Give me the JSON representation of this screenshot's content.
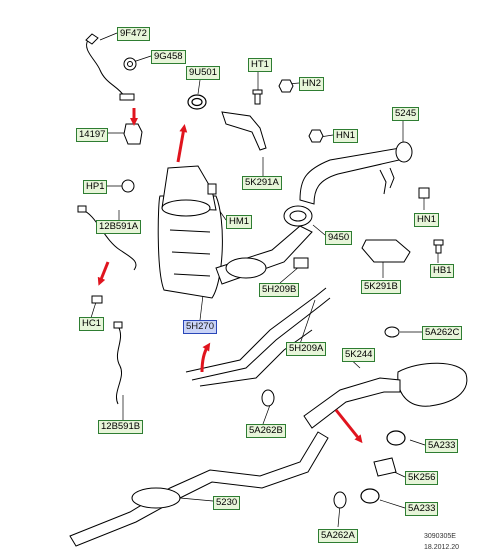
{
  "labels": {
    "l_9F472": "9F472",
    "l_9G458": "9G458",
    "l_9U501": "9U501",
    "l_HT1": "HT1",
    "l_HN2": "HN2",
    "l_14197": "14197",
    "l_HN1a": "HN1",
    "l_5245": "5245",
    "l_HP1": "HP1",
    "l_5K291A": "5K291A",
    "l_HM1": "HM1",
    "l_12B591A": "12B591A",
    "l_HN1b": "HN1",
    "l_9450": "9450",
    "l_HB1": "HB1",
    "l_5H209B": "5H209B",
    "l_5K291B": "5K291B",
    "l_HC1": "HC1",
    "l_5H270": "5H270",
    "l_5A262C": "5A262C",
    "l_5H209A": "5H209A",
    "l_5K244": "5K244",
    "l_12B591B": "12B591B",
    "l_5A262B": "5A262B",
    "l_5A233a": "5A233",
    "l_5K256": "5K256",
    "l_5230": "5230",
    "l_5A233b": "5A233",
    "l_5A262A": "5A262A"
  },
  "reference": {
    "code": "3090305E",
    "date": "18.2012.20"
  },
  "colors": {
    "label_border": "#2e7d32",
    "label_fill": "#e7f5d9",
    "selected_border": "#2a47b8",
    "selected_fill": "#c9d3f7",
    "arrow_red": "#e0141e"
  }
}
